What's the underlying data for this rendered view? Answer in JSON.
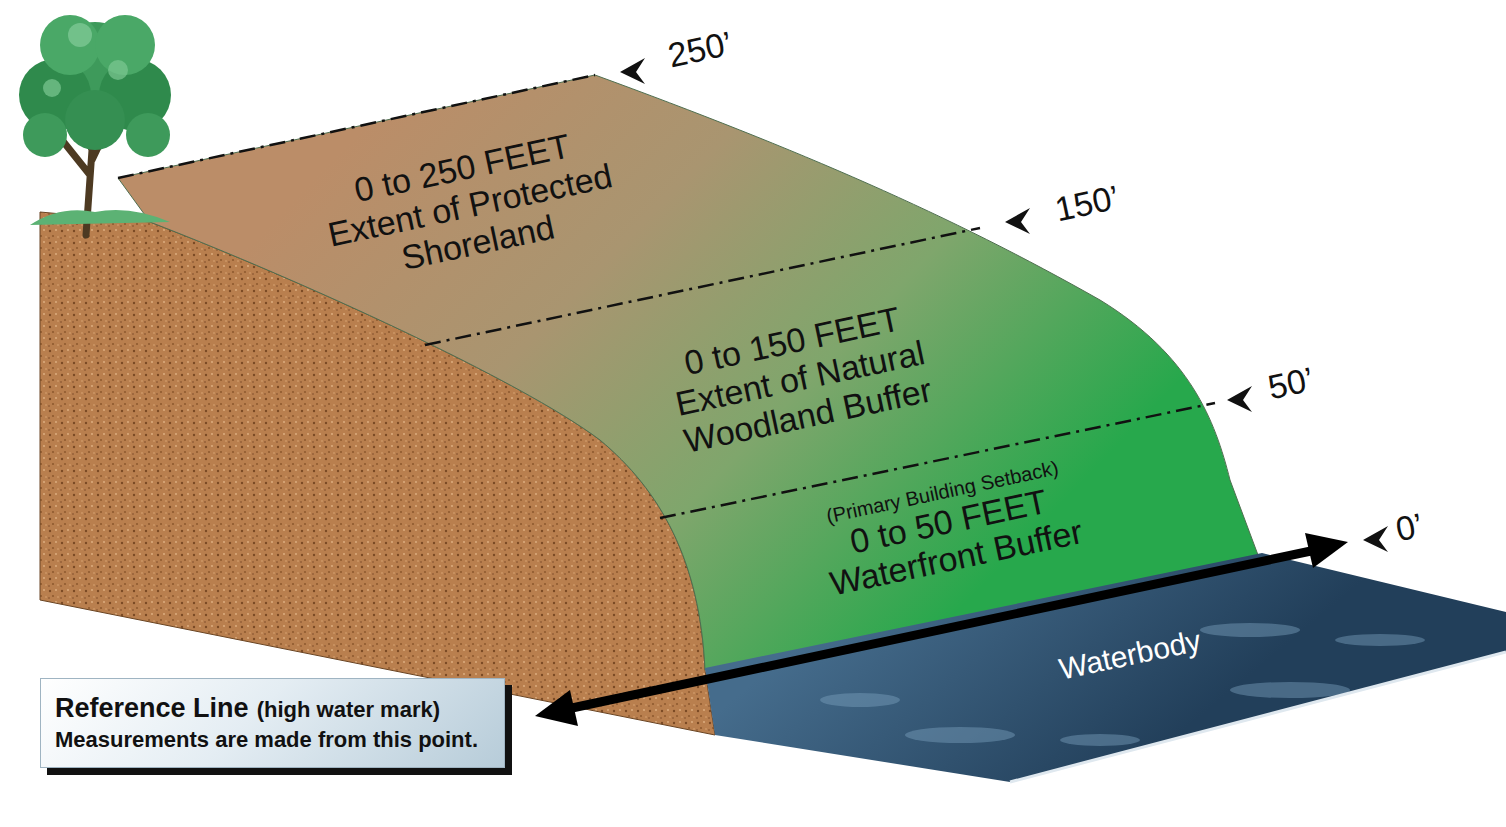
{
  "diagram": {
    "nodes": [
      {
        "text": [
          "0 to 250 FEET",
          "Extent of Protected Shoreland"
        ]
      },
      {
        "text": [
          "0 to 150 FEET",
          "Extent of Natural Woodland Buffer"
        ]
      },
      {
        "text": [
          "(Primary Building Setback)",
          "0 to 50 FEET",
          "Waterfront Buffer"
        ]
      },
      {
        "text": [
          "Waterbody"
        ]
      },
      {
        "text": [
          "Reference Line",
          "(high water mark) Measurements are made from this point."
        ]
      }
    ],
    "labels": [
      "250’",
      "150’",
      "50’",
      "0’"
    ]
  }
}
